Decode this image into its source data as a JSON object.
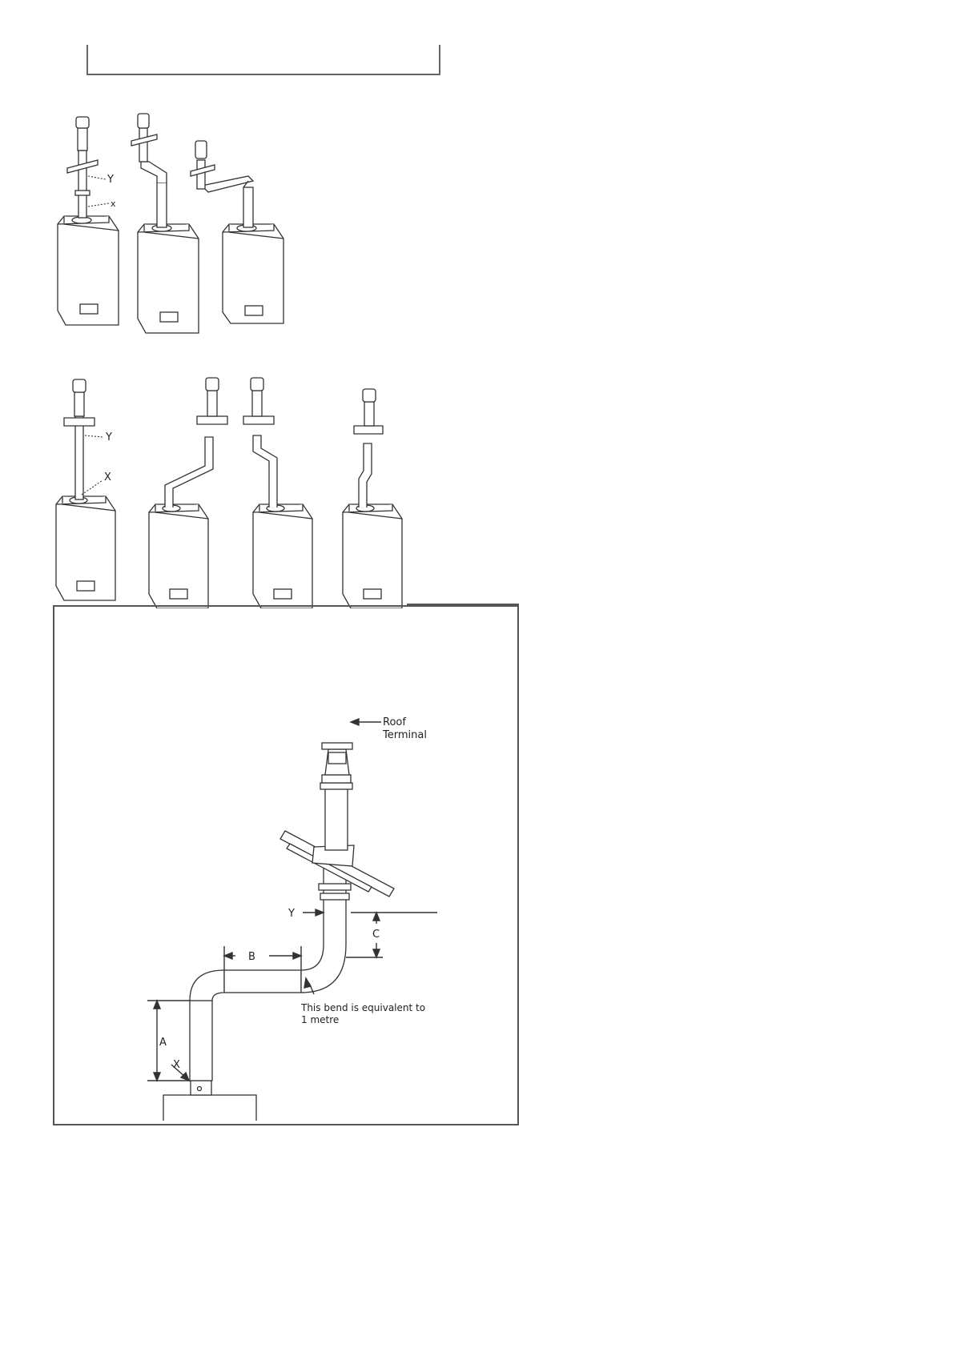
{
  "top_figure": {
    "labels": {
      "y": "Y",
      "x": "x"
    }
  },
  "middle_figure": {
    "labels": {
      "y": "Y",
      "x": "X"
    }
  },
  "detail_figure": {
    "labels": {
      "roof_terminal_line1": "Roof",
      "roof_terminal_line2": "Terminal",
      "y": "Y",
      "x": "X",
      "a": "A",
      "b": "B",
      "c": "C",
      "bend_note_line1": "This bend is equivalent to",
      "bend_note_line2": "1 metre"
    }
  }
}
